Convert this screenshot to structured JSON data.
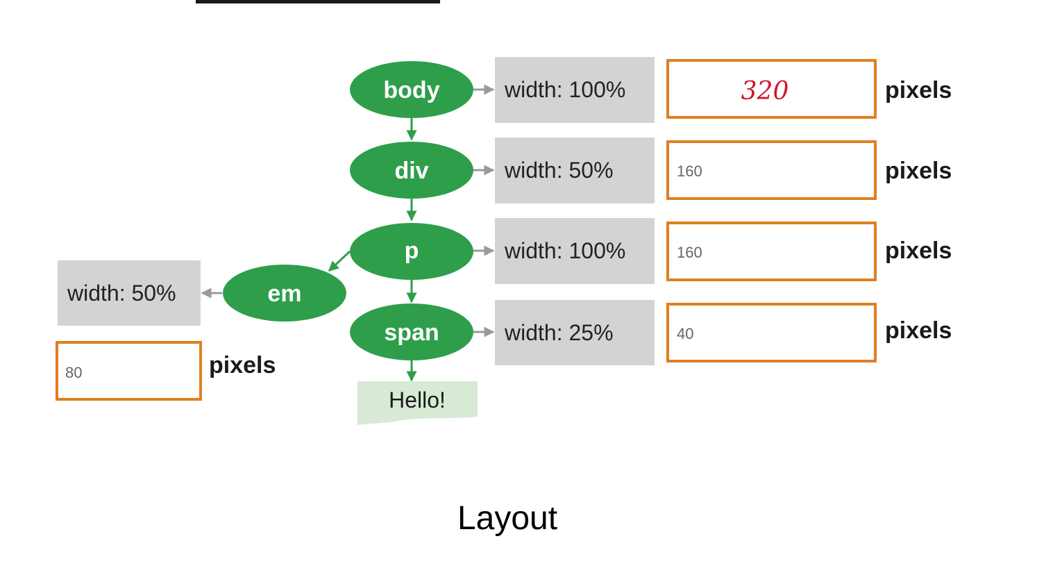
{
  "slide": {
    "caption": "Layout"
  },
  "colors": {
    "node_fill": "#2e9e4b",
    "node_text": "#ffffff",
    "property_box": "#d3d3d6",
    "value_box_border": "#e07f22",
    "text_node_fill": "#d8ead6",
    "handwritten_value": "#d4142a",
    "connector_grey": "#9a9a9a"
  },
  "tree": {
    "nodes": [
      {
        "id": "body",
        "label": "body",
        "property": "width: 100%",
        "value": "320",
        "unit": "pixels",
        "handwritten": true
      },
      {
        "id": "div",
        "label": "div",
        "property": "width: 50%",
        "value": "160",
        "unit": "pixels",
        "handwritten": false
      },
      {
        "id": "p",
        "label": "p",
        "property": "width: 100%",
        "value": "160",
        "unit": "pixels",
        "handwritten": false
      },
      {
        "id": "em",
        "label": "em",
        "property": "width: 50%",
        "value": "80",
        "unit": "pixels",
        "handwritten": false
      },
      {
        "id": "span",
        "label": "span",
        "property": "width: 25%",
        "value": "40",
        "unit": "pixels",
        "handwritten": false
      }
    ],
    "edges": [
      {
        "from": "body",
        "to": "div"
      },
      {
        "from": "div",
        "to": "p"
      },
      {
        "from": "p",
        "to": "em"
      },
      {
        "from": "p",
        "to": "span"
      },
      {
        "from": "span",
        "to": "text"
      }
    ],
    "text_node": {
      "label": "Hello!"
    }
  }
}
